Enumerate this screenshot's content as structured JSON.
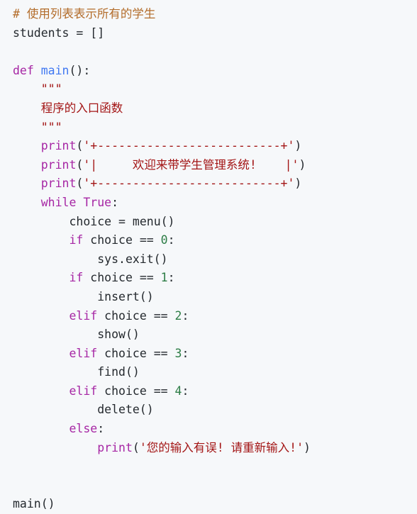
{
  "colors": {
    "background": "#f6f8fa",
    "comment": "#b36c2a",
    "keyword": "#a626a4",
    "function": "#4078f2",
    "string": "#a31515",
    "number": "#2d7d46",
    "text": "#24292e"
  },
  "code_lines": [
    {
      "tokens": [
        {
          "t": "cm",
          "v": "# 使用列表表示所有的学生"
        }
      ]
    },
    {
      "tokens": [
        {
          "t": "pn",
          "v": "students "
        },
        {
          "t": "op",
          "v": "="
        },
        {
          "t": "pn",
          "v": " []"
        }
      ]
    },
    {
      "tokens": []
    },
    {
      "tokens": [
        {
          "t": "kw",
          "v": "def"
        },
        {
          "t": "pn",
          "v": " "
        },
        {
          "t": "fn",
          "v": "main"
        },
        {
          "t": "pn",
          "v": "():"
        }
      ]
    },
    {
      "tokens": [
        {
          "t": "st",
          "v": "    \"\"\""
        }
      ]
    },
    {
      "tokens": [
        {
          "t": "st",
          "v": "    程序的入口函数"
        }
      ]
    },
    {
      "tokens": [
        {
          "t": "st",
          "v": "    \"\"\""
        }
      ]
    },
    {
      "tokens": [
        {
          "t": "pn",
          "v": "    "
        },
        {
          "t": "kw",
          "v": "print"
        },
        {
          "t": "pn",
          "v": "("
        },
        {
          "t": "st",
          "v": "'+--------------------------+'"
        },
        {
          "t": "pn",
          "v": ")"
        }
      ]
    },
    {
      "tokens": [
        {
          "t": "pn",
          "v": "    "
        },
        {
          "t": "kw",
          "v": "print"
        },
        {
          "t": "pn",
          "v": "("
        },
        {
          "t": "st",
          "v": "'|     欢迎来带学生管理系统!    |'"
        },
        {
          "t": "pn",
          "v": ")"
        }
      ]
    },
    {
      "tokens": [
        {
          "t": "pn",
          "v": "    "
        },
        {
          "t": "kw",
          "v": "print"
        },
        {
          "t": "pn",
          "v": "("
        },
        {
          "t": "st",
          "v": "'+--------------------------+'"
        },
        {
          "t": "pn",
          "v": ")"
        }
      ]
    },
    {
      "tokens": [
        {
          "t": "pn",
          "v": "    "
        },
        {
          "t": "kw",
          "v": "while"
        },
        {
          "t": "pn",
          "v": " "
        },
        {
          "t": "kw",
          "v": "True"
        },
        {
          "t": "pn",
          "v": ":"
        }
      ]
    },
    {
      "tokens": [
        {
          "t": "pn",
          "v": "        choice "
        },
        {
          "t": "op",
          "v": "="
        },
        {
          "t": "pn",
          "v": " menu()"
        }
      ]
    },
    {
      "tokens": [
        {
          "t": "pn",
          "v": "        "
        },
        {
          "t": "kw",
          "v": "if"
        },
        {
          "t": "pn",
          "v": " choice "
        },
        {
          "t": "op",
          "v": "=="
        },
        {
          "t": "pn",
          "v": " "
        },
        {
          "t": "nm",
          "v": "0"
        },
        {
          "t": "pn",
          "v": ":"
        }
      ]
    },
    {
      "tokens": [
        {
          "t": "pn",
          "v": "            sys.exit()"
        }
      ]
    },
    {
      "tokens": [
        {
          "t": "pn",
          "v": "        "
        },
        {
          "t": "kw",
          "v": "if"
        },
        {
          "t": "pn",
          "v": " choice "
        },
        {
          "t": "op",
          "v": "=="
        },
        {
          "t": "pn",
          "v": " "
        },
        {
          "t": "nm",
          "v": "1"
        },
        {
          "t": "pn",
          "v": ":"
        }
      ]
    },
    {
      "tokens": [
        {
          "t": "pn",
          "v": "            insert()"
        }
      ]
    },
    {
      "tokens": [
        {
          "t": "pn",
          "v": "        "
        },
        {
          "t": "kw",
          "v": "elif"
        },
        {
          "t": "pn",
          "v": " choice "
        },
        {
          "t": "op",
          "v": "=="
        },
        {
          "t": "pn",
          "v": " "
        },
        {
          "t": "nm",
          "v": "2"
        },
        {
          "t": "pn",
          "v": ":"
        }
      ]
    },
    {
      "tokens": [
        {
          "t": "pn",
          "v": "            show()"
        }
      ]
    },
    {
      "tokens": [
        {
          "t": "pn",
          "v": "        "
        },
        {
          "t": "kw",
          "v": "elif"
        },
        {
          "t": "pn",
          "v": " choice "
        },
        {
          "t": "op",
          "v": "=="
        },
        {
          "t": "pn",
          "v": " "
        },
        {
          "t": "nm",
          "v": "3"
        },
        {
          "t": "pn",
          "v": ":"
        }
      ]
    },
    {
      "tokens": [
        {
          "t": "pn",
          "v": "            find()"
        }
      ]
    },
    {
      "tokens": [
        {
          "t": "pn",
          "v": "        "
        },
        {
          "t": "kw",
          "v": "elif"
        },
        {
          "t": "pn",
          "v": " choice "
        },
        {
          "t": "op",
          "v": "=="
        },
        {
          "t": "pn",
          "v": " "
        },
        {
          "t": "nm",
          "v": "4"
        },
        {
          "t": "pn",
          "v": ":"
        }
      ]
    },
    {
      "tokens": [
        {
          "t": "pn",
          "v": "            delete()"
        }
      ]
    },
    {
      "tokens": [
        {
          "t": "pn",
          "v": "        "
        },
        {
          "t": "kw",
          "v": "else"
        },
        {
          "t": "pn",
          "v": ":"
        }
      ]
    },
    {
      "tokens": [
        {
          "t": "pn",
          "v": "            "
        },
        {
          "t": "kw",
          "v": "print"
        },
        {
          "t": "pn",
          "v": "("
        },
        {
          "t": "st",
          "v": "'您的输入有误! 请重新输入!'"
        },
        {
          "t": "pn",
          "v": ")"
        }
      ]
    },
    {
      "tokens": []
    },
    {
      "tokens": []
    },
    {
      "tokens": [
        {
          "t": "pn",
          "v": "main()"
        }
      ]
    }
  ]
}
